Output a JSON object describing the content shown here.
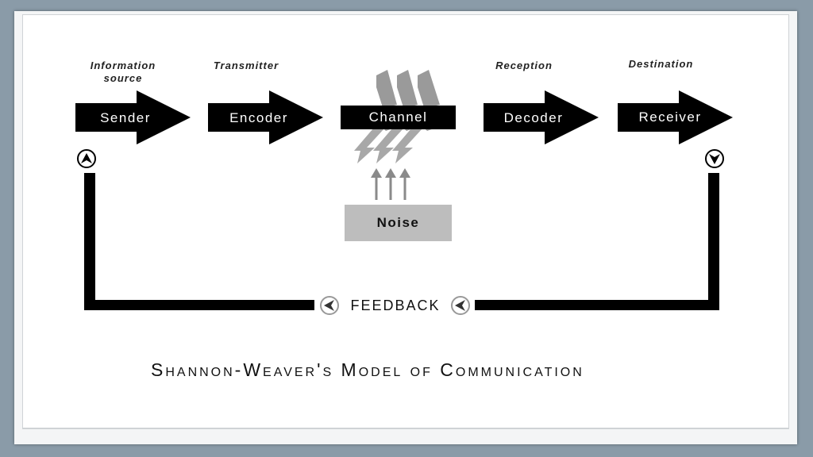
{
  "diagram": {
    "labels": {
      "information_source": "Information source",
      "transmitter": "Transmitter",
      "reception": "Reception",
      "destination": "Destination"
    },
    "nodes": {
      "sender": "Sender",
      "encoder": "Encoder",
      "channel": "Channel",
      "decoder": "Decoder",
      "receiver": "Receiver",
      "noise": "Noise"
    },
    "feedback_label": "FEEDBACK",
    "title": "Shannon-Weaver's Model of Communication"
  }
}
